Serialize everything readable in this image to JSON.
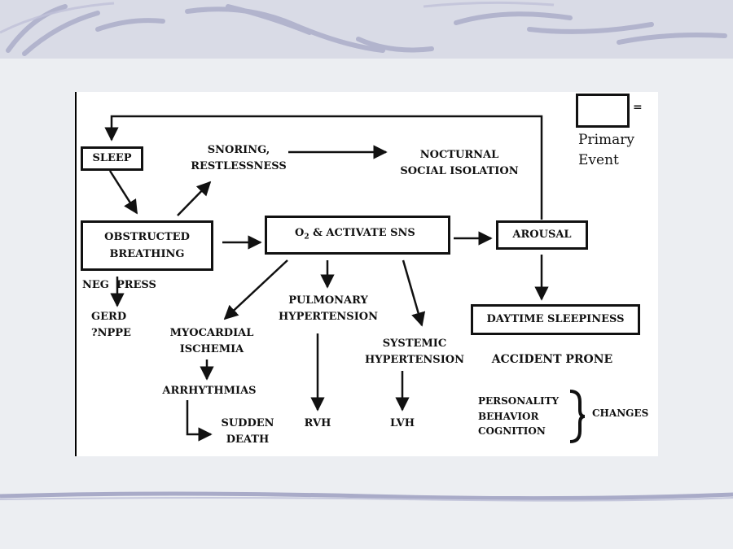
{
  "nodes": {
    "sleep": "SLEEP",
    "obstructed_breathing": "OBSTRUCTED\nBREATHING",
    "snoring": "SNORING,\nRESTLESSNESS",
    "nocturnal": "NOCTURNAL\nSOCIAL ISOLATION",
    "o2_prefix": "O",
    "o2_sub": "2",
    "o2_rest": " & ACTIVATE SNS",
    "arousal": "AROUSAL",
    "daytime_sleepiness": "DAYTIME SLEEPINESS",
    "accident_prone": "ACCIDENT PRONE",
    "neg_press": "NEG  PRESS",
    "gerd": "GERD\n?NPPE",
    "myocardial": "MYOCARDIAL\nISCHEMIA",
    "arrhythmias": "ARRHYTHMIAS",
    "sudden_death": "SUDDEN\nDEATH",
    "pulmonary": "PULMONARY\nHYPERTENSION",
    "rvh": "RVH",
    "systemic": "SYSTEMIC\nHYPERTENSION",
    "lvh": "LVH",
    "personality": "PERSONALITY\nBEHAVIOR\nCOGNITION",
    "changes": "CHANGES"
  },
  "legend": {
    "equals": "=",
    "primary_event": "Primary\nEvent"
  }
}
